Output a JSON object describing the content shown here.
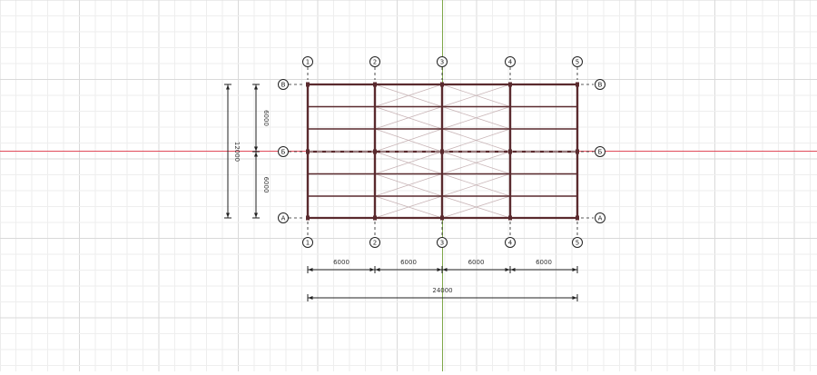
{
  "grid_axes": {
    "columns": [
      "1",
      "2",
      "3",
      "4",
      "5"
    ],
    "rows": [
      "B",
      "Б",
      "A"
    ]
  },
  "dimensions": {
    "bay_spans": [
      "6000",
      "6000",
      "6000",
      "6000"
    ],
    "total_length": "24000",
    "row_spans": [
      "6000",
      "6000"
    ],
    "total_width": "12000"
  },
  "colors": {
    "background": "#ffffff",
    "minor_grid": "#eeeeee",
    "major_grid": "#d9d9d9",
    "x_axis": "#e04b5a",
    "y_axis": "#7fa84a",
    "beam": "#5a2a2e",
    "bracing": "#c8b4b6",
    "dimension": "#222222"
  }
}
